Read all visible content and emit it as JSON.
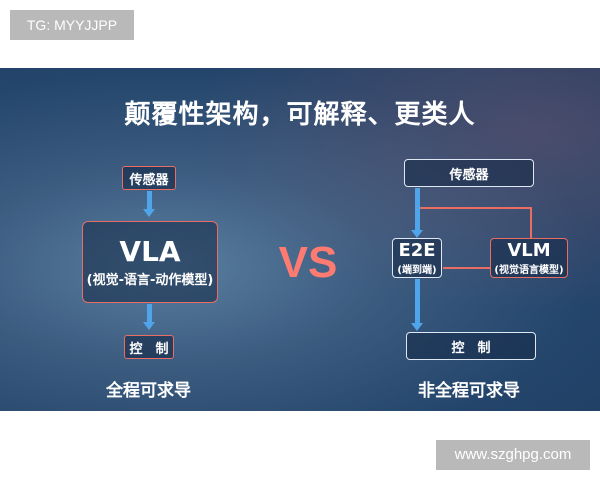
{
  "watermark": {
    "tg": "TG: MYYJJPP"
  },
  "headline": "颠覆性架构，可解释、更类人",
  "left": {
    "sensor": "传感器",
    "vla_name": "VLA",
    "vla_sub": "(视觉-语言-动作模型)",
    "control": "控　制",
    "caption": "全程可求导"
  },
  "vs_text": "VS",
  "right": {
    "sensor": "传感器",
    "e2e_name": "E2E",
    "e2e_sub": "(端到端)",
    "vlm_name": "VLM",
    "vlm_sub": "(视觉语言模型)",
    "control": "控　制",
    "caption": "非全程可求导"
  },
  "site": "www.szghpg.com",
  "colors": {
    "accent_red": "#e96d63",
    "accent_blue": "#4fa4ea"
  }
}
